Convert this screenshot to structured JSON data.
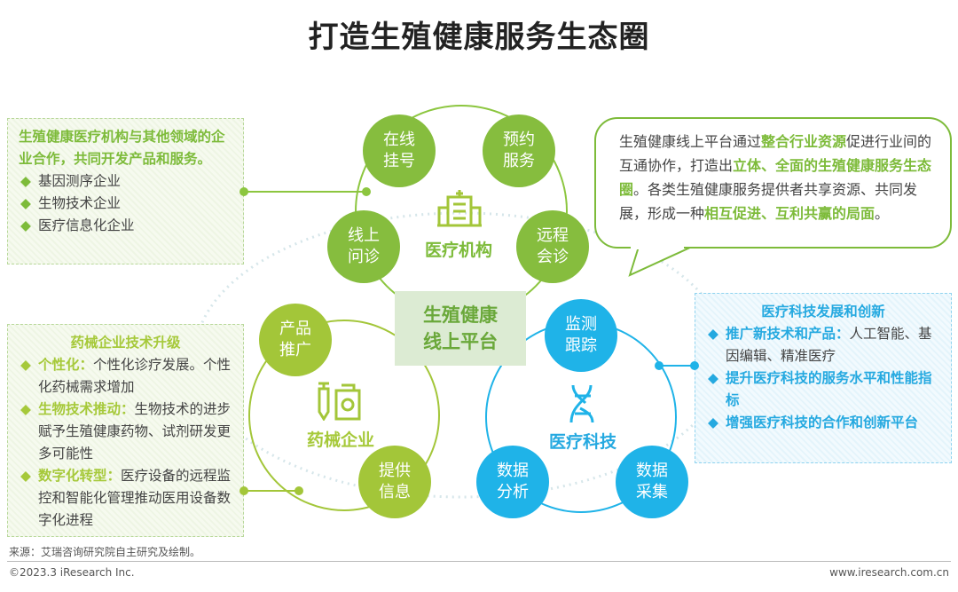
{
  "title": "打造生殖健康服务生态圈",
  "center": {
    "line1": "生殖健康",
    "line2": "线上平台"
  },
  "clusters": {
    "medical": {
      "label": "医疗机构",
      "icon": "hospital-icon",
      "nodes": [
        [
          "在线",
          "挂号"
        ],
        [
          "预约",
          "服务"
        ],
        [
          "线上",
          "问诊"
        ],
        [
          "远程",
          "会诊"
        ]
      ]
    },
    "pharma": {
      "label": "药械企业",
      "icon": "syringe-bottle-icon",
      "nodes": [
        [
          "产品",
          "推广"
        ],
        [
          "提供",
          "信息"
        ]
      ]
    },
    "tech": {
      "label": "医疗科技",
      "icon": "dna-icon",
      "nodes": [
        [
          "监测",
          "跟踪"
        ],
        [
          "数据",
          "分析"
        ],
        [
          "数据",
          "采集"
        ]
      ]
    }
  },
  "left_box1": {
    "heading": "生殖健康医疗机构与其他领域的企业合作，共同开发产品和服务。",
    "items": [
      "基因测序企业",
      "生物技术企业",
      "医疗信息化企业"
    ]
  },
  "left_box2": {
    "heading": "药械企业技术升级",
    "items": [
      {
        "key": "个性化：",
        "text": "个性化诊疗发展。个性化药械需求增加"
      },
      {
        "key": "生物技术推动：",
        "text": "生物技术的进步赋予生殖健康药物、试剂研发更多可能性"
      },
      {
        "key": "数字化转型：",
        "text": "医疗设备的远程监控和智能化管理推动医用设备数字化进程"
      }
    ]
  },
  "bubble": {
    "t1": "生殖健康线上平台通过",
    "h1": "整合行业资源",
    "t2": "促进行业间的互通协作，打造出",
    "h2": "立体、全面的生殖健康服务生态圈",
    "t3": "。各类生殖健康服务提供者共享资源、共同发展，形成一种",
    "h3": "相互促进、互利共赢的局面",
    "t4": "。"
  },
  "right_box": {
    "heading": "医疗科技发展和创新",
    "items": [
      {
        "key": "推广新技术和产品：",
        "text": "人工智能、基因编辑、精准医疗"
      },
      {
        "key": "提升医疗科技的服务水平和性能指标",
        "text": ""
      },
      {
        "key": "增强医疗科技的合作和创新平台",
        "text": ""
      }
    ]
  },
  "bullet": "◆",
  "footer": {
    "source": "来源：艾瑞咨询研究院自主研究及绘制。",
    "copyright": "©2023.3 iResearch Inc.",
    "url": "www.iresearch.com.cn"
  },
  "colors": {
    "green": "#86bd3e",
    "lime": "#a3c639",
    "blue": "#1fb3e8"
  }
}
